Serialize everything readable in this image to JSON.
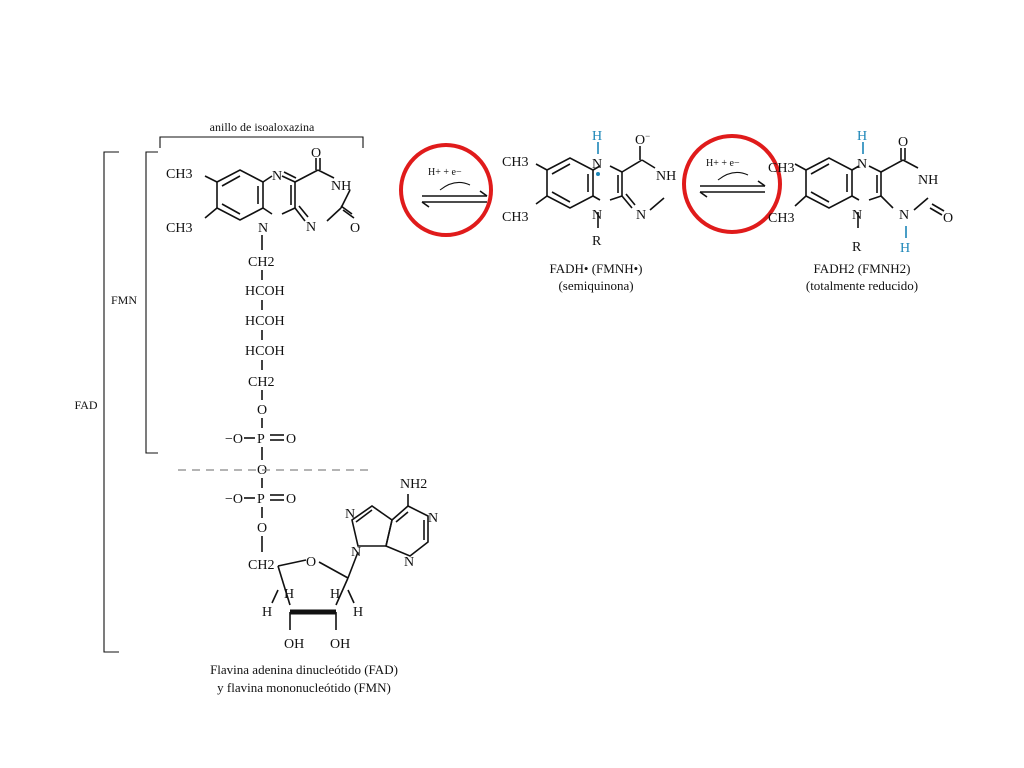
{
  "labels": {
    "isoalloxazine": "anillo de isoaloxazina",
    "fmn_bracket": "FMN",
    "fad_bracket": "FAD",
    "caption_line1": "Flavina adenina dinucleótido (FAD)",
    "caption_line2": "y flavina mononucleótido (FMN)",
    "semi_name": "FADH• (FMNH•)",
    "semi_desc": "(semiquinona)",
    "red_name": "FADH2 (FMNH2)",
    "red_desc": "(totalmente reducido)",
    "arrow_reagent": "H+ + e−"
  },
  "atoms": {
    "ch3": "CH3",
    "n": "N",
    "o": "O",
    "nh": "NH",
    "h": "H",
    "r": "R",
    "ch2": "CH2",
    "hcoh": "HCOH",
    "o_minus": "−O",
    "p": "P",
    "nh2": "NH2"
  },
  "colors": {
    "highlight_ring": "#e01b1b",
    "added_hydrogen": "#1c86b8"
  }
}
